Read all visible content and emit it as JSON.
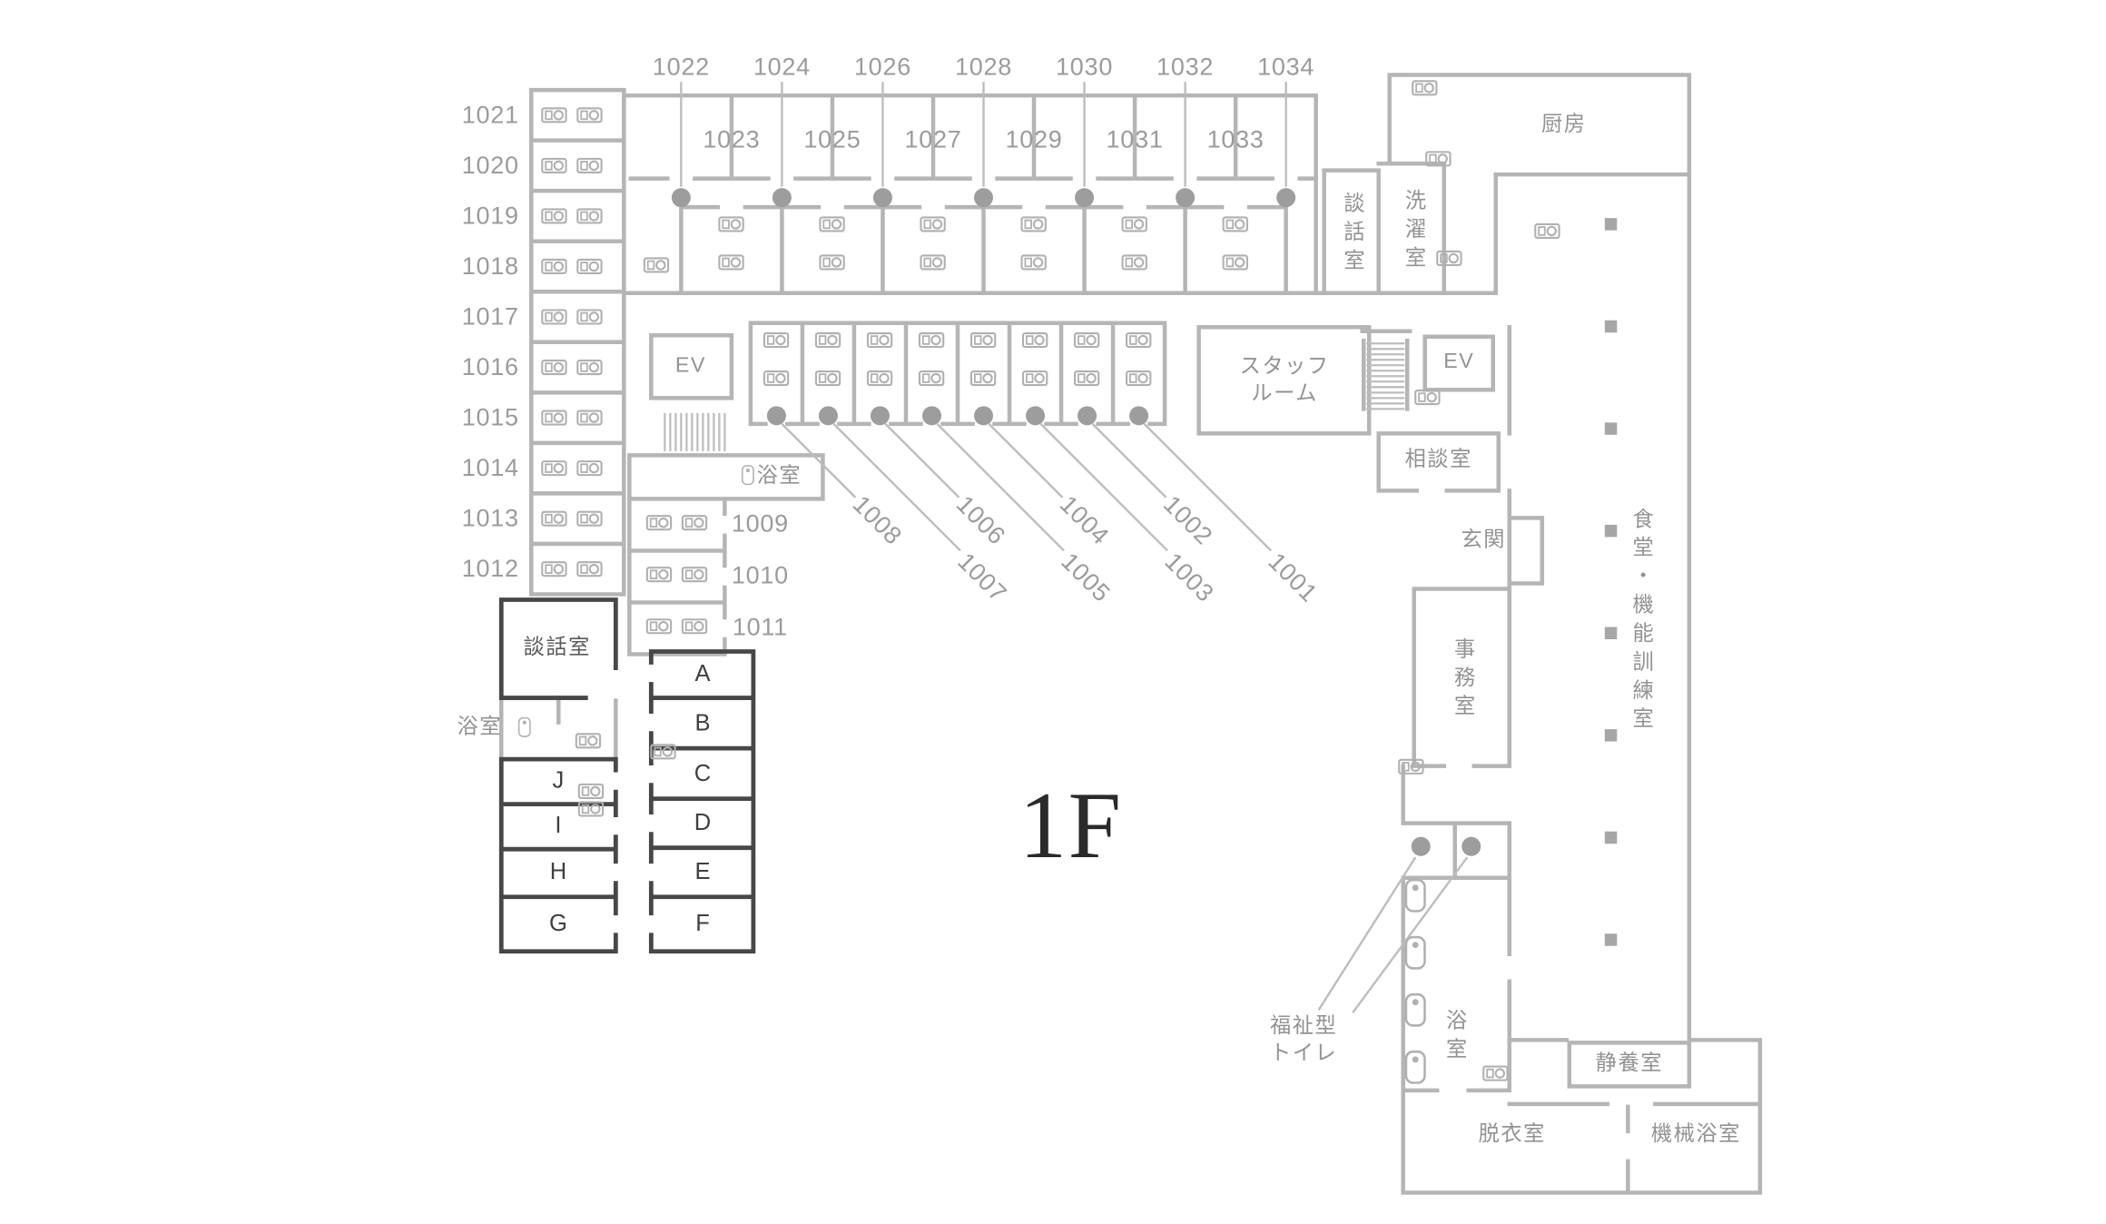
{
  "floor": {
    "title": "1F"
  },
  "rooms": {
    "top_upper": [
      "1022",
      "1024",
      "1026",
      "1028",
      "1030",
      "1032",
      "1034"
    ],
    "top_lower": [
      "1023",
      "1025",
      "1027",
      "1029",
      "1031",
      "1033"
    ],
    "left": [
      "1021",
      "1020",
      "1019",
      "1018",
      "1017",
      "1016",
      "1015",
      "1014",
      "1013",
      "1012"
    ],
    "mid": [
      "1009",
      "1010",
      "1011"
    ],
    "diagonal": [
      "1008",
      "1007",
      "1006",
      "1005",
      "1004",
      "1003",
      "1002",
      "1001"
    ],
    "letters_left": [
      "J",
      "I",
      "H",
      "G"
    ],
    "letters_right": [
      "A",
      "B",
      "C",
      "D",
      "E",
      "F"
    ]
  },
  "facilities": {
    "kitchen": "厨房",
    "lounge_right": "談話室",
    "laundry": "洗濯室",
    "staff_room": "スタッフ\nルーム",
    "elevator": "EV",
    "consultation": "相談室",
    "entrance": "玄関",
    "office": "事務室",
    "dining_training": "食堂・機能訓練室",
    "bath": "浴室",
    "lounge_left": "談話室",
    "welfare_toilet": "福祉型\nトイレ",
    "rest_room": "静養室",
    "undressing_room": "脱衣室",
    "machine_bath": "機械浴室"
  },
  "colors": {
    "wall_light": "#b5b5b5",
    "wall_dark": "#474747",
    "text_gray": "#9a9a9a",
    "text_dark": "#3f3f3f",
    "door_dot": "#9d9d9d"
  }
}
